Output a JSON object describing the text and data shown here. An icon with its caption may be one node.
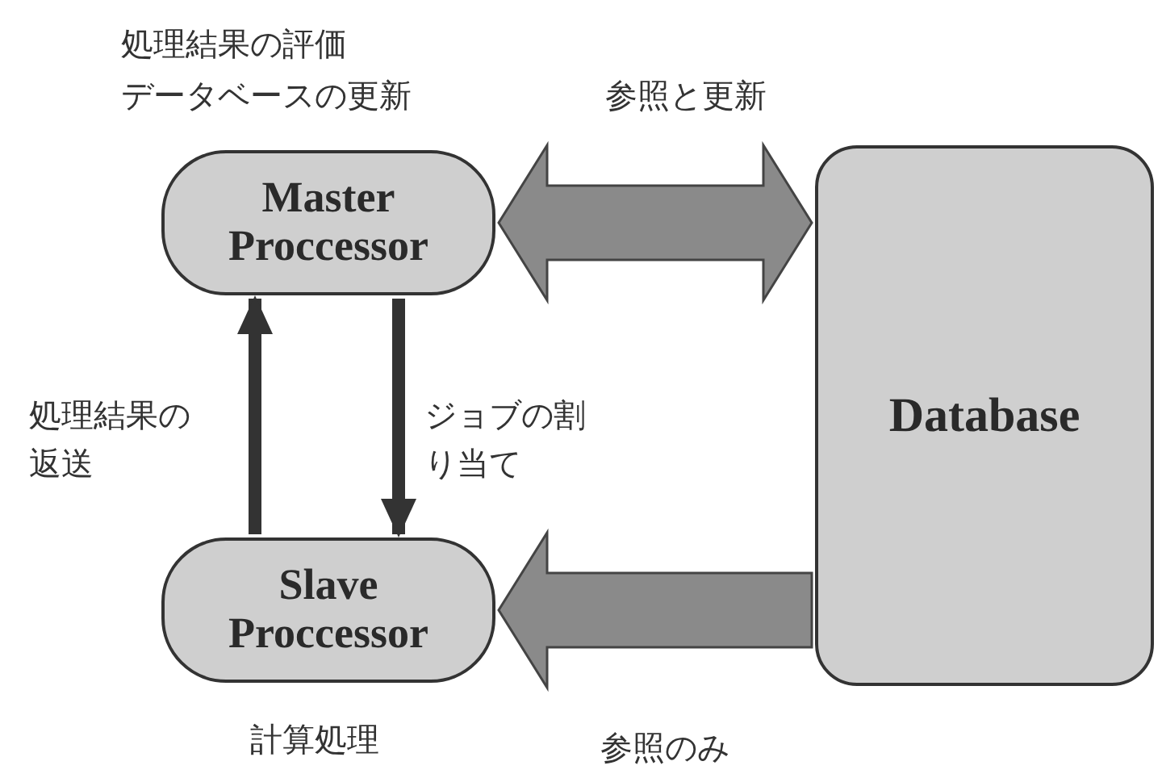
{
  "diagram": {
    "nodes": [
      {
        "text": [
          "Master Proccessor"
        ],
        "beside": [
          "処理結果の評価",
          "データベースの更新"
        ]
      },
      {
        "text": [
          "Slave Proccessor"
        ],
        "beside": [
          "計算処理"
        ]
      },
      {
        "text": [
          "Database"
        ]
      }
    ],
    "edges": [
      {
        "from": 1,
        "to": 0,
        "arrow": "to",
        "label": "処理結果の返送"
      },
      {
        "from": 0,
        "to": 1,
        "arrow": "to",
        "label": "ジョブの割り当て"
      },
      {
        "from": 0,
        "to": 2,
        "arrow": "both",
        "label": "参照と更新",
        "style": "thick"
      },
      {
        "from": 2,
        "to": 1,
        "arrow": "to",
        "label": "参照のみ",
        "style": "thick"
      }
    ]
  }
}
